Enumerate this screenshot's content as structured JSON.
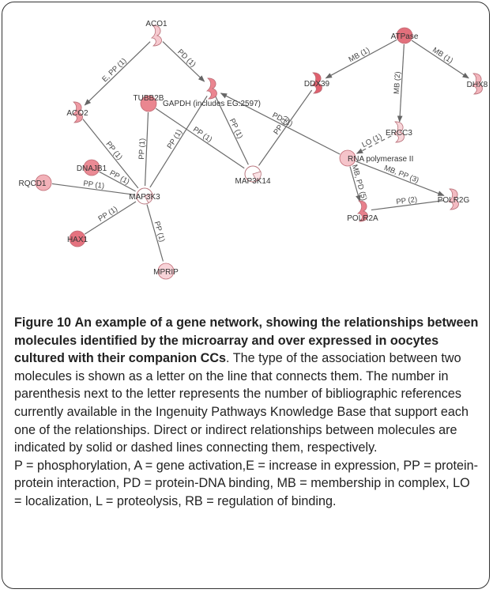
{
  "network": {
    "nodes": [
      {
        "id": "ACO1",
        "label": "ACO1",
        "shape": "enzyme",
        "color": "#f6c9cf"
      },
      {
        "id": "ACO2",
        "label": "ACO2",
        "shape": "enzyme",
        "color": "#ee9aa3"
      },
      {
        "id": "GAPDH",
        "label": "GAPDH (includes EG:2597)",
        "shape": "enzyme",
        "color": "#eb8590"
      },
      {
        "id": "TUBB2B",
        "label": "TUBB2B",
        "shape": "circle",
        "color": "#ea8690"
      },
      {
        "id": "DNAJB1",
        "label": "DNAJB1",
        "shape": "circle",
        "color": "#eb8a94"
      },
      {
        "id": "RQCD1",
        "label": "RQCD1",
        "shape": "circle",
        "color": "#f2b1b8"
      },
      {
        "id": "MAP3K3",
        "label": "MAP3K3",
        "shape": "kinase",
        "color": "#fbe3e6"
      },
      {
        "id": "HAX1",
        "label": "HAX1",
        "shape": "circle",
        "color": "#e5727f"
      },
      {
        "id": "MPRIP",
        "label": "MPRIP",
        "shape": "circle",
        "color": "#f8d3d8"
      },
      {
        "id": "MAP3K14",
        "label": "MAP3K14",
        "shape": "kinase",
        "color": "#fbe3e6"
      },
      {
        "id": "ATPase",
        "label": "ATPase",
        "shape": "circle",
        "color": "#e2707c"
      },
      {
        "id": "DDX39",
        "label": "DDX39",
        "shape": "enzyme",
        "color": "#e0606e"
      },
      {
        "id": "DHX8",
        "label": "DHX8",
        "shape": "enzyme",
        "color": "#f2b5bc"
      },
      {
        "id": "ERCC3",
        "label": "ERCC3",
        "shape": "enzyme",
        "color": "#f8d6da"
      },
      {
        "id": "RNAPOL",
        "label": "RNA polymerase II",
        "shape": "circle",
        "color": "#f5c4ca"
      },
      {
        "id": "POLR2G",
        "label": "POLR2G",
        "shape": "enzyme",
        "color": "#f3bbc2"
      },
      {
        "id": "POLR2A",
        "label": "POLR2A",
        "shape": "enzyme",
        "color": "#e8808c"
      }
    ],
    "edges": [
      {
        "from": "ACO1",
        "to": "ACO2",
        "label": "E, PP (1)",
        "dashed": false,
        "arrow": true
      },
      {
        "from": "ACO1",
        "to": "GAPDH",
        "label": "PD (1)",
        "dashed": false,
        "arrow": true
      },
      {
        "from": "ACO2",
        "to": "MAP3K3",
        "label": "PP (1)",
        "dashed": false,
        "arrow": false
      },
      {
        "from": "TUBB2B",
        "to": "MAP3K3",
        "label": "PP (1)",
        "dashed": false,
        "arrow": false
      },
      {
        "from": "GAPDH",
        "to": "MAP3K3",
        "label": "PP (1)",
        "dashed": false,
        "arrow": false
      },
      {
        "from": "DNAJB1",
        "to": "MAP3K3",
        "label": "PP (1)",
        "dashed": false,
        "arrow": false
      },
      {
        "from": "RQCD1",
        "to": "MAP3K3",
        "label": "PP (1)",
        "dashed": false,
        "arrow": false
      },
      {
        "from": "HAX1",
        "to": "MAP3K3",
        "label": "PP (1)",
        "dashed": false,
        "arrow": false
      },
      {
        "from": "MAP3K3",
        "to": "MPRIP",
        "label": "PP (1)",
        "dashed": false,
        "arrow": false
      },
      {
        "from": "TUBB2B",
        "to": "MAP3K14",
        "label": "PP (1)",
        "dashed": false,
        "arrow": false
      },
      {
        "from": "GAPDH",
        "to": "MAP3K14",
        "label": "PP (1)",
        "dashed": false,
        "arrow": false
      },
      {
        "from": "DDX39",
        "to": "MAP3K14",
        "label": "PP (1)",
        "dashed": false,
        "arrow": false
      },
      {
        "from": "RNAPOL",
        "to": "GAPDH",
        "label": "PD (1)",
        "dashed": false,
        "arrow": true
      },
      {
        "from": "ATPase",
        "to": "DDX39",
        "label": "MB (1)",
        "dashed": false,
        "arrow": true
      },
      {
        "from": "ATPase",
        "to": "DHX8",
        "label": "MB (1)",
        "dashed": false,
        "arrow": true
      },
      {
        "from": "ATPase",
        "to": "ERCC3",
        "label": "MB (2)",
        "dashed": false,
        "arrow": true
      },
      {
        "from": "ERCC3",
        "to": "RNAPOL",
        "label": "LO (1)",
        "dashed": true,
        "arrow": true
      },
      {
        "from": "RNAPOL",
        "to": "POLR2G",
        "label": "MB, PP (3)",
        "dashed": false,
        "arrow": true
      },
      {
        "from": "RNAPOL",
        "to": "POLR2A",
        "label": "MB, PD (5)",
        "dashed": false,
        "arrow": true
      },
      {
        "from": "POLR2A",
        "to": "POLR2G",
        "label": "PP (2)",
        "dashed": false,
        "arrow": false
      }
    ]
  },
  "caption": {
    "figure_label": "Figure 10",
    "title": "An example of a gene network, showing the relationships between molecules identified by the microarray and over expressed in oocytes cultured with their companion CCs",
    "body": ". The type of the association between two molecules is shown as a letter on the line that connects them. The number in parenthesis next to the letter represents the number of bibliographic references currently available in the Ingenuity Pathways Knowledge Base that support each one of the relationships. Direct or indirect relationships between molecules are indicated by solid or dashed lines connecting them, respectively.",
    "legend": "P = phosphorylation, A = gene activation,E = increase in expression, PP = protein-protein interaction, PD = protein-DNA binding, MB = membership in complex, LO = localization, L = proteolysis, RB = regulation of binding."
  }
}
